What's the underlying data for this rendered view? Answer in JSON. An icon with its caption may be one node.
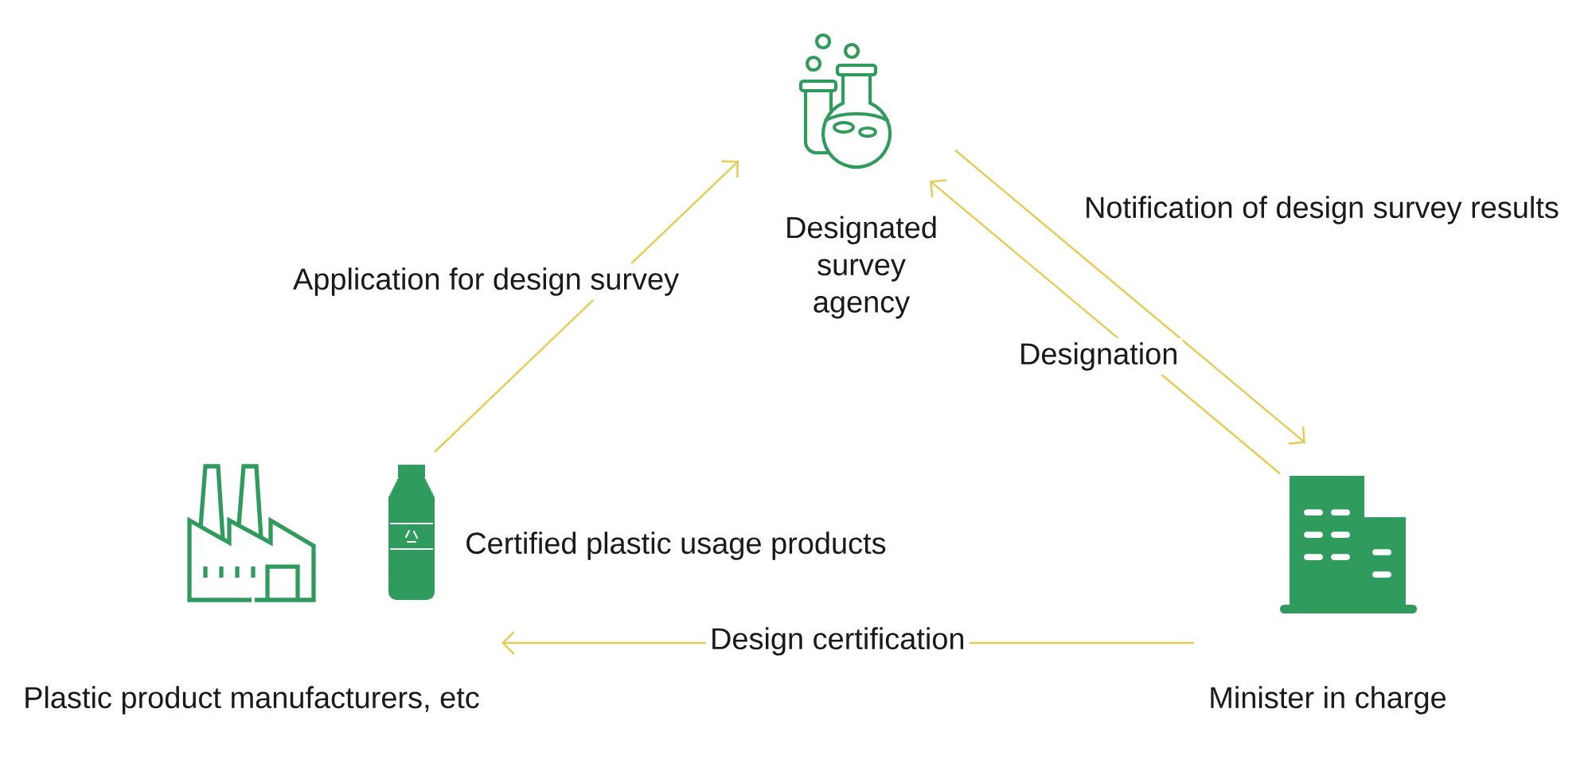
{
  "diagram": {
    "nodes": [
      {
        "text": [
          "Designated survey agency"
        ]
      },
      {
        "text": [
          "Plastic product manufacturers, etc"
        ]
      },
      {
        "text": [
          "Minister in charge"
        ]
      }
    ],
    "edges": [
      {
        "from": 1,
        "to": 0,
        "arrow": "to",
        "label": "Application for design survey"
      },
      {
        "from": 0,
        "to": 2,
        "arrow": "to",
        "label": "Notification of design survey results"
      },
      {
        "from": 2,
        "to": 0,
        "arrow": "to",
        "label": "Designation"
      },
      {
        "from": 2,
        "to": 1,
        "arrow": "to",
        "label": "Design certification"
      }
    ],
    "labels": [
      "Certified plastic usage products"
    ]
  }
}
